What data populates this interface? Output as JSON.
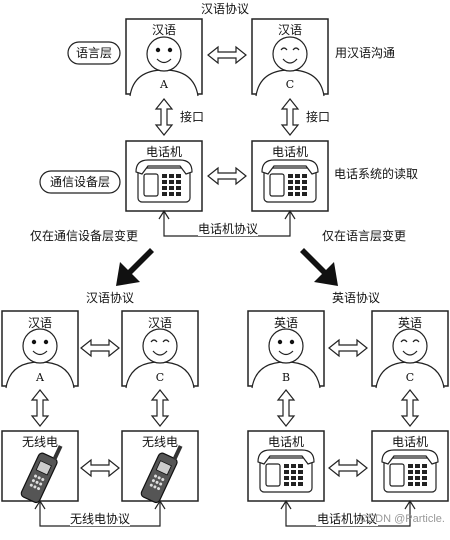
{
  "top": {
    "protocol_label": "汉语协议",
    "language_layer": "语言层",
    "comm_layer": "通信设备层",
    "left_person": {
      "lang": "汉语",
      "letter": "A"
    },
    "right_person": {
      "lang": "汉语",
      "letter": "C"
    },
    "right_note": "用汉语沟通",
    "interface_left": "接口",
    "interface_right": "接口",
    "phone_left": "电话机",
    "phone_right": "电话机",
    "phone_note": "电话系统的读取",
    "phone_protocol": "电话机协议"
  },
  "change_left": "仅在通信设备层变更",
  "change_right": "仅在语言层变更",
  "bottom_left": {
    "protocol_label": "汉语协议",
    "left_person": {
      "lang": "汉语",
      "letter": "A"
    },
    "right_person": {
      "lang": "汉语",
      "letter": "C"
    },
    "device_left": "无线电",
    "device_right": "无线电",
    "device_protocol": "无线电协议"
  },
  "bottom_right": {
    "protocol_label": "英语协议",
    "left_person": {
      "lang": "英语",
      "letter": "B"
    },
    "right_person": {
      "lang": "英语",
      "letter": "C"
    },
    "device_left": "电话机",
    "device_right": "电话机",
    "device_protocol": "电话机协议"
  },
  "watermark": "CSDN @Particle."
}
